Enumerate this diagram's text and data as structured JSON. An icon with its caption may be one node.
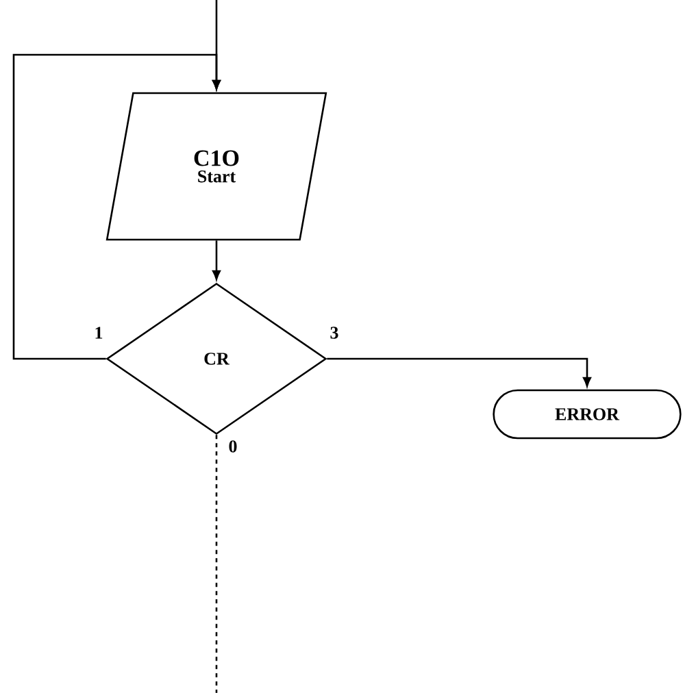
{
  "diagram": {
    "nodes": [
      {
        "text": [
          "C1O",
          "Start"
        ]
      },
      {
        "text": [
          "CR"
        ]
      },
      {
        "text": [
          "ERROR"
        ]
      }
    ],
    "edges": [
      {
        "from": null,
        "to": 0,
        "arrow": "to"
      },
      {
        "from": 1,
        "to": 0,
        "arrow": "to",
        "label": "1"
      },
      {
        "from": 0,
        "to": 1,
        "arrow": "to"
      },
      {
        "from": 1,
        "to": 2,
        "arrow": "to",
        "label": "3"
      },
      {
        "from": 1,
        "to": null,
        "arrow": "none",
        "label": "0",
        "style": "dashed"
      }
    ]
  }
}
